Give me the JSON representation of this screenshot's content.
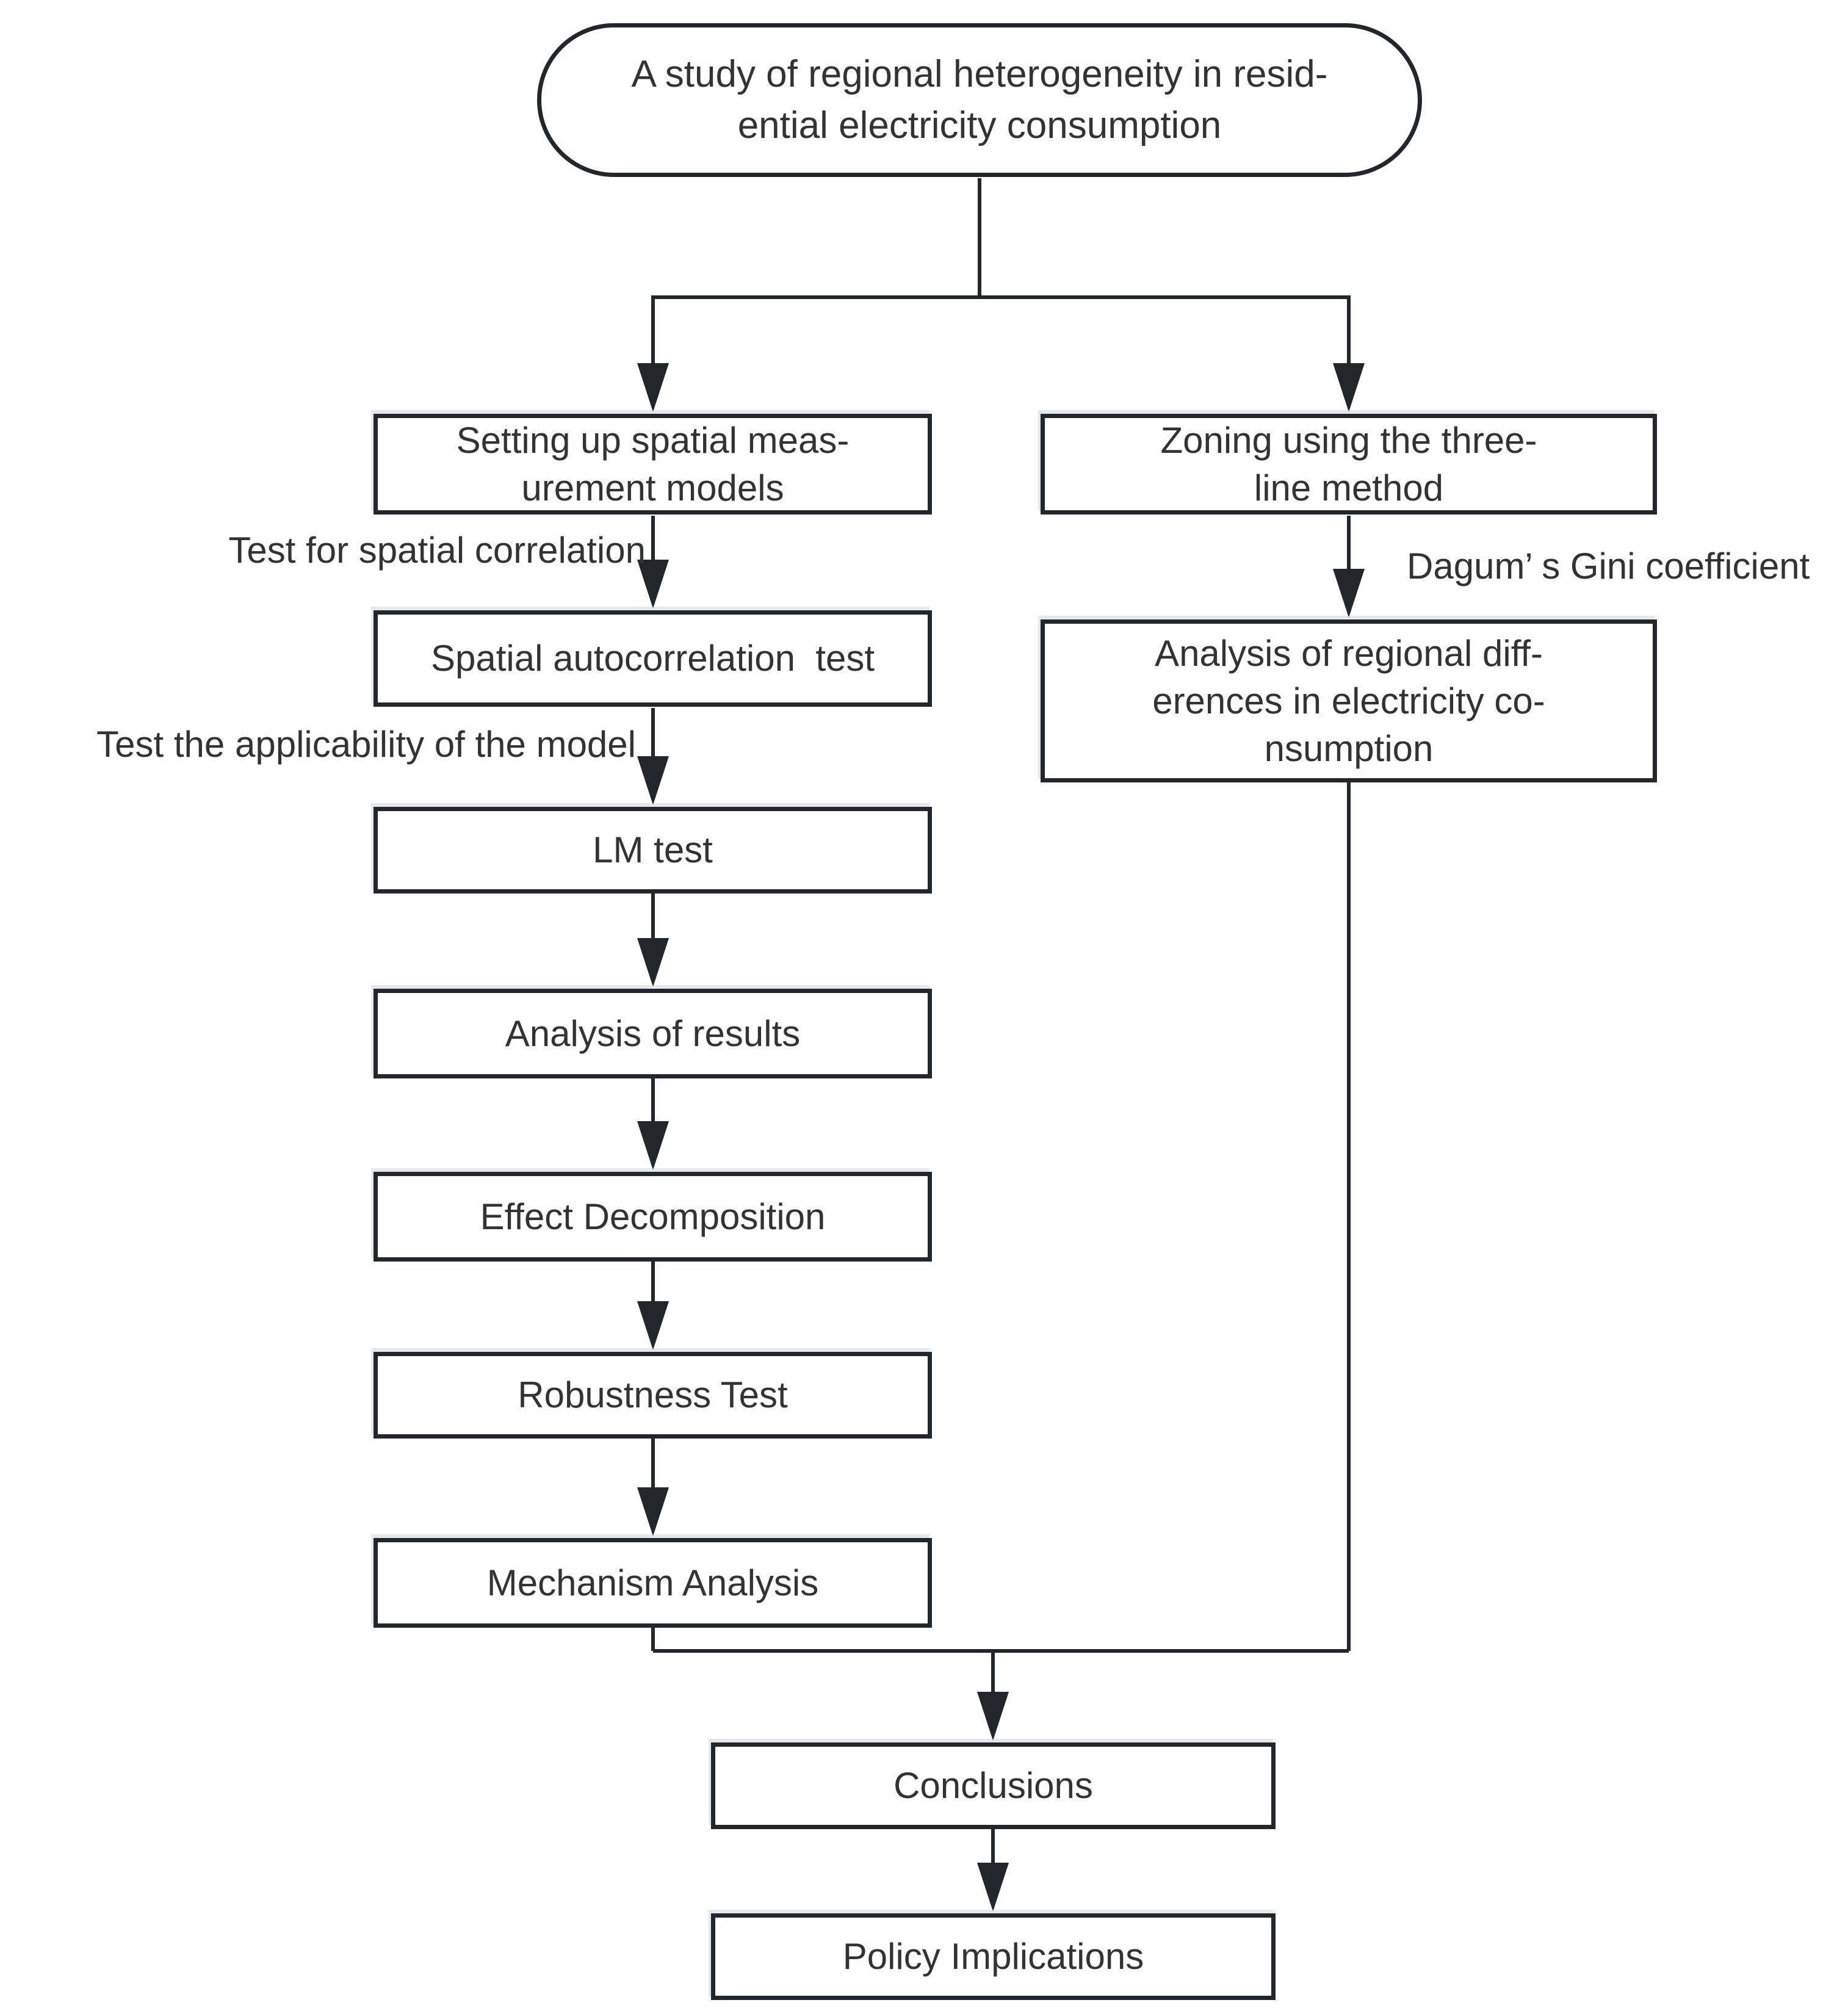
{
  "diagram": {
    "background_color": "#ffffff",
    "line_color": "#23272c",
    "box_border_color": "#23272c",
    "text_color": "#333333",
    "nodes": {
      "title": {
        "label": "A study of regional heterogeneity in resid-\nential electricity consumption",
        "shape": "rounded"
      },
      "setup_models": {
        "label": "Setting up spatial meas-\nurement models",
        "shape": "rect"
      },
      "spatial_autocorrelation": {
        "label": "Spatial autocorrelation  test",
        "shape": "rect"
      },
      "lm_test": {
        "label": "LM test",
        "shape": "rect"
      },
      "analysis_results": {
        "label": "Analysis of results",
        "shape": "rect"
      },
      "effect_decomposition": {
        "label": "Effect Decomposition",
        "shape": "rect"
      },
      "robustness_test": {
        "label": "Robustness Test",
        "shape": "rect"
      },
      "mechanism_analysis": {
        "label": "Mechanism Analysis",
        "shape": "rect"
      },
      "zoning": {
        "label": "Zoning using the three-\nline method",
        "shape": "rect"
      },
      "regional_differences": {
        "label": "Analysis of regional diff-\nerences in electricity co-\nnsumption",
        "shape": "rect"
      },
      "conclusions": {
        "label": "Conclusions",
        "shape": "rect"
      },
      "policy_implications": {
        "label": "Policy Implications",
        "shape": "rect"
      }
    },
    "edge_labels": {
      "spatial_correlation": "Test for spatial correlation",
      "model_applicability": "Test the applicability of the model",
      "dagum_gini": "Dagum’ s Gini coefficient"
    }
  }
}
